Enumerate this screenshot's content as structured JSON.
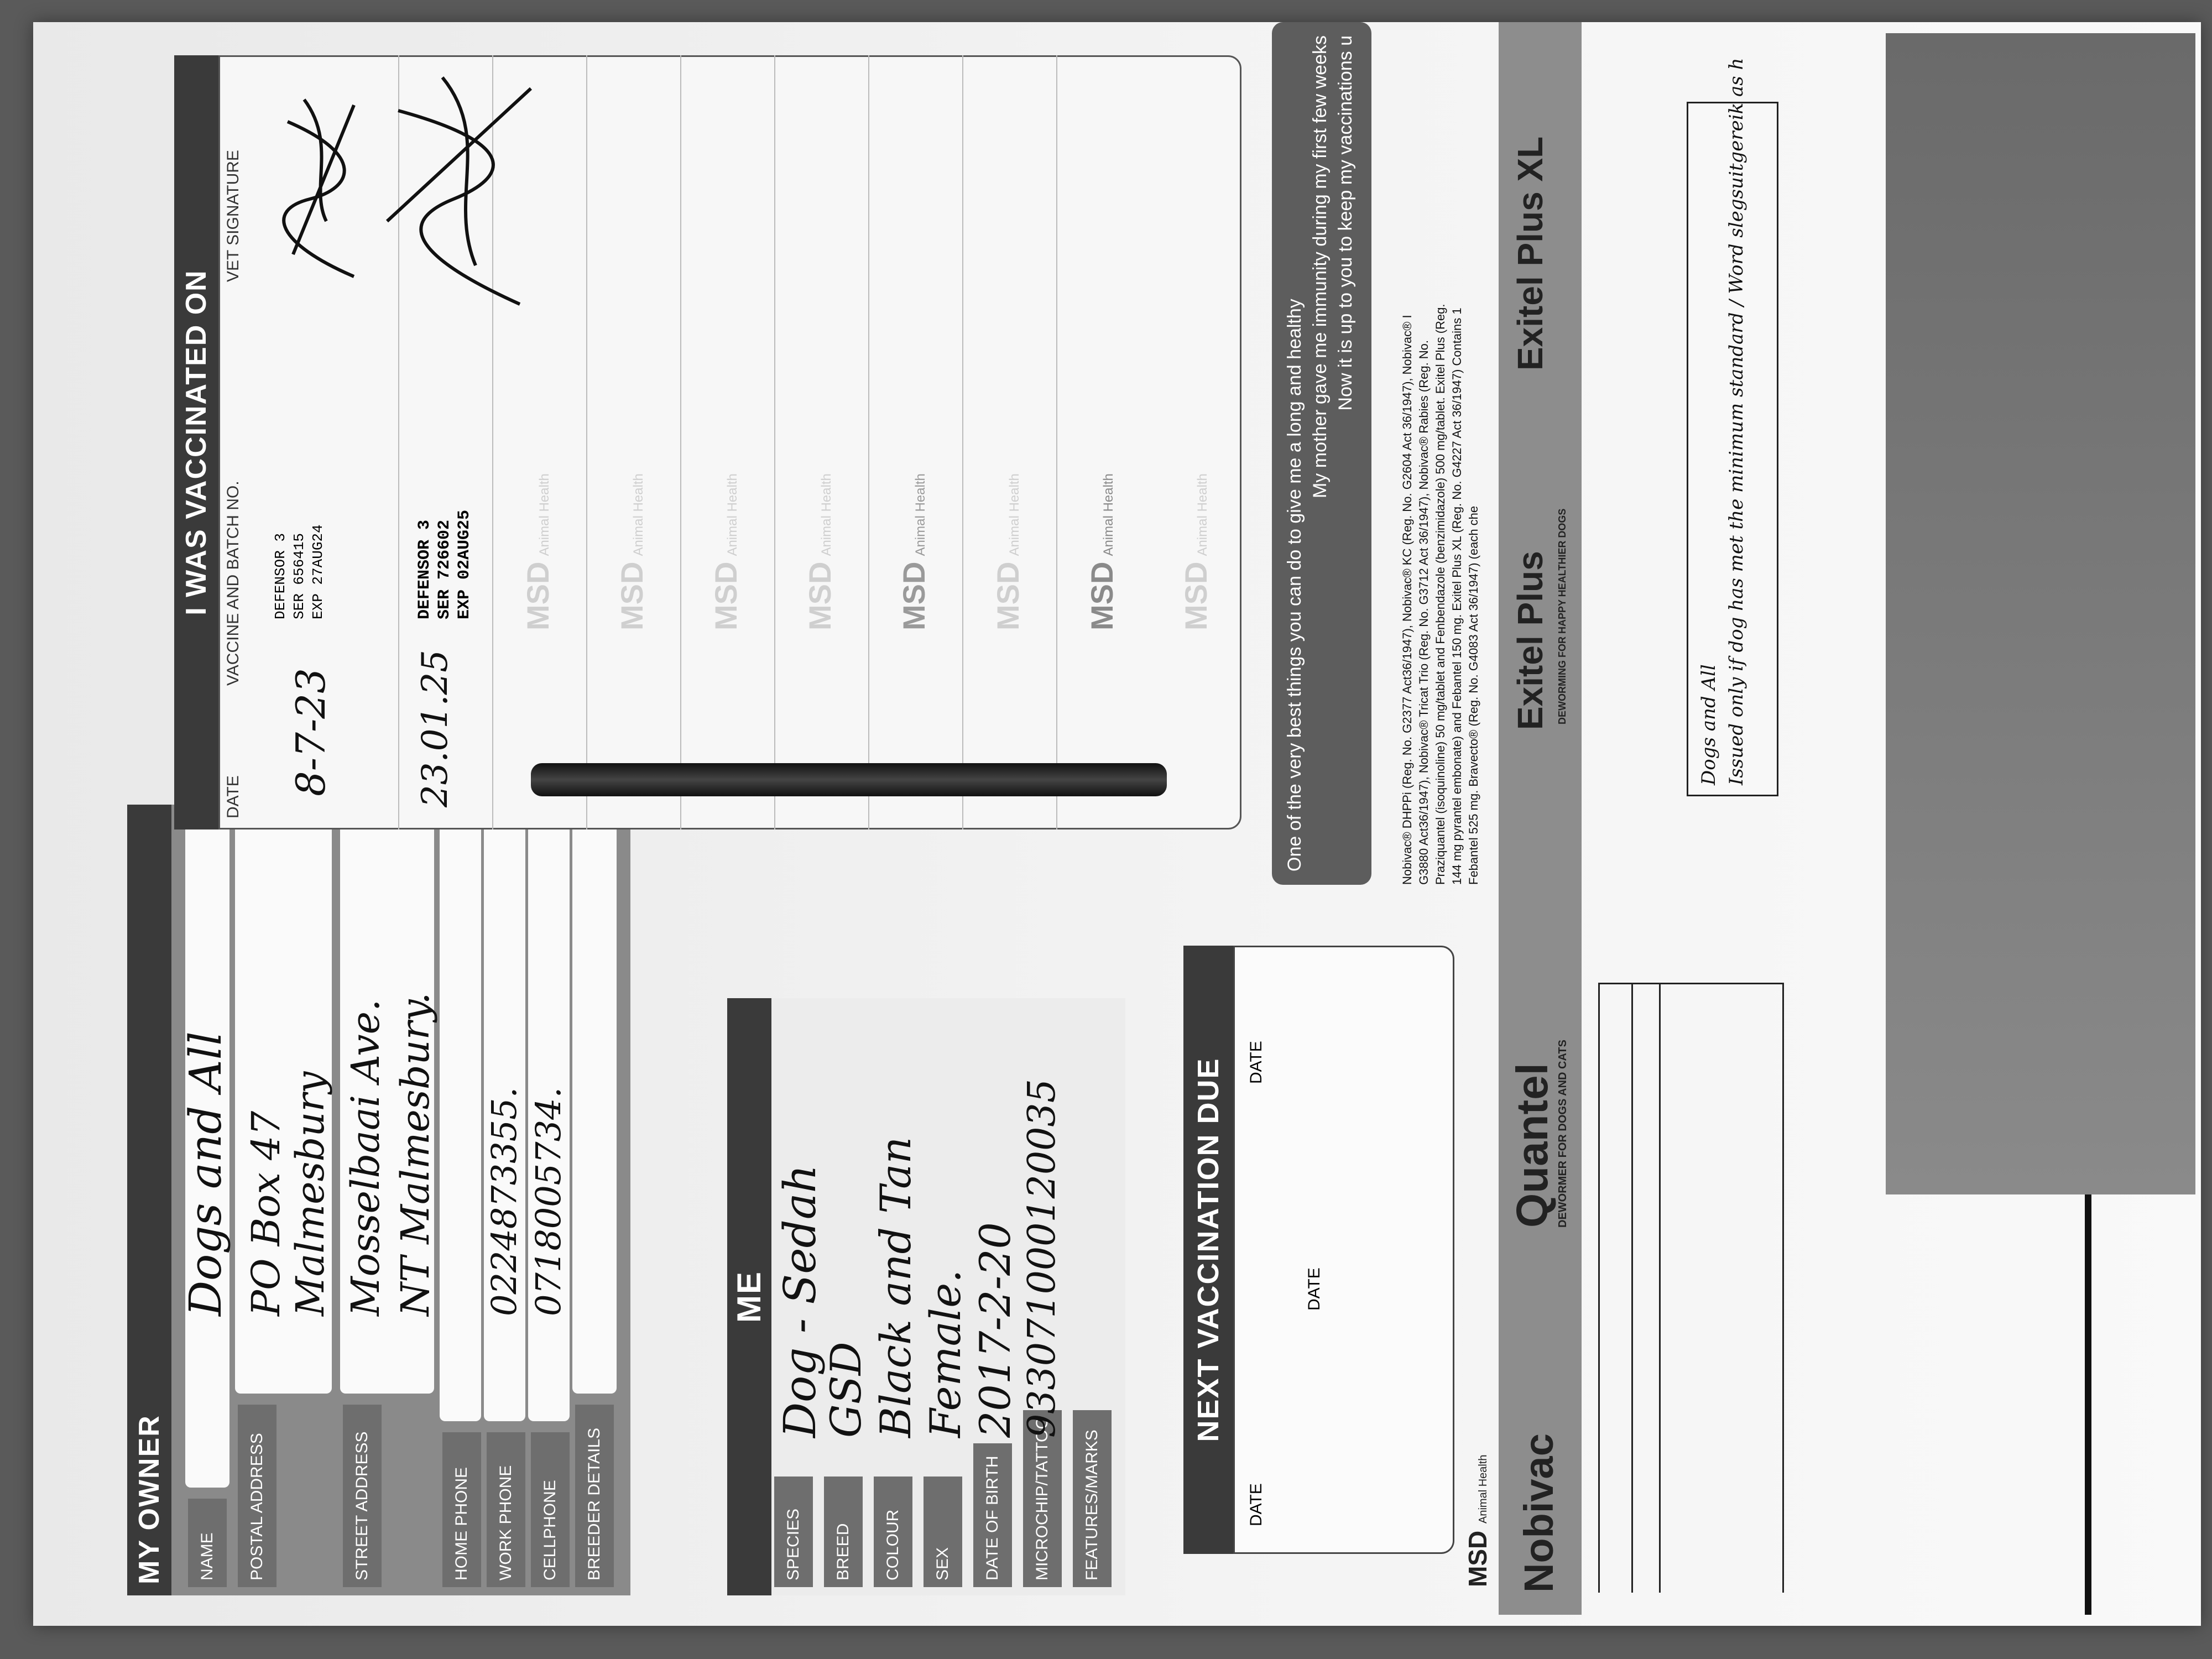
{
  "my_owner": {
    "title": "MY OWNER",
    "labels": [
      "NAME",
      "POSTAL ADDRESS",
      "STREET ADDRESS",
      "HOME PHONE",
      "WORK PHONE",
      "CELLPHONE",
      "BREEDER DETAILS"
    ],
    "values": {
      "name": "Dogs and All",
      "postal_1": "PO Box 47",
      "postal_2": "Malmesbury",
      "street_1": "Mosselbaai Ave.",
      "street_2": "NT Malmesbury.",
      "work_phone": "0224873355.",
      "cellphone": "0718005734."
    }
  },
  "me": {
    "title": "ME",
    "labels": [
      "SPECIES",
      "BREED",
      "COLOUR",
      "SEX",
      "DATE OF BIRTH",
      "MICROCHIP/TATTOO",
      "FEATURES/MARKS"
    ],
    "values": {
      "species": "Dog - Sedah",
      "breed": "GSD",
      "colour": "Black and Tan",
      "sex": "Female.",
      "dob": "2017-2-20",
      "microchip": "933071000120035"
    }
  },
  "vaccinated": {
    "title": "I WAS VACCINATED ON",
    "col_date": "DATE",
    "col_vaccine": "VACCINE AND BATCH NO.",
    "col_sig": "VET SIGNATURE",
    "rows": [
      {
        "date": "8-7-23",
        "vaccine": "DEFENSOR 3",
        "batch": "SER 656415",
        "exp": "EXP 27AUG24"
      },
      {
        "date": "23.01.25",
        "vaccine": "DEFENSOR 3",
        "batch": "SER 726602",
        "exp": "EXP 02AUG25"
      }
    ],
    "msd_mark": "MSD",
    "msd_sub": "Animal Health"
  },
  "next_due": {
    "title": "NEXT VACCINATION DUE",
    "date_label_left": "DATE",
    "date_label_mid": "DATE",
    "date_label_right": "DATE"
  },
  "note": {
    "line1": "One of the very best things you can do to give me a long and healthy",
    "line2": "My mother gave me immunity during my first few weeks",
    "line3": "Now it is up to you to keep my vaccinations u"
  },
  "fine_print": [
    "Nobivac® DHPPi (Reg. No. G2377 Act36/1947), Nobivac® KC (Reg. No. G2604 Act 36/1947), Nobivac® I",
    "G3880 Act36/1947), Nobivac® Tricat Trio (Reg. No. G3712 Act 36/1947), Nobivac® Rabies (Reg. No.",
    "Praziquantel (isoquinoline) 50 mg/tablet and Fenbendazole (benzimidazole) 500 mg/tablet. Exitel Plus (Reg.",
    "144 mg pyrantel embonate) and Febantel 150 mg. Exitel Plus XL (Reg. No. G4227 Act 36/1947) Contains 1",
    "Febantel 525 mg. Bravecto® (Reg. No. G4083 Act 36/1947) (each che"
  ],
  "brands": {
    "msd": "MSD",
    "msd_sub": "Animal Health",
    "nobivac": "Nobivac",
    "quantel": "Quantel",
    "quantel_sub": "DEWORMER FOR DOGS AND CATS",
    "exitel_plus": "Exitel Plus",
    "exitel_plus_xl": "Exitel Plus XL",
    "exitel_sub": "DEWORMING FOR HAPPY HEALTHIER DOGS"
  },
  "stamp": {
    "line1": "Dogs and All",
    "line2": "Issued only if dog has met the minimum standard / Word slegsuitgereik as h"
  }
}
